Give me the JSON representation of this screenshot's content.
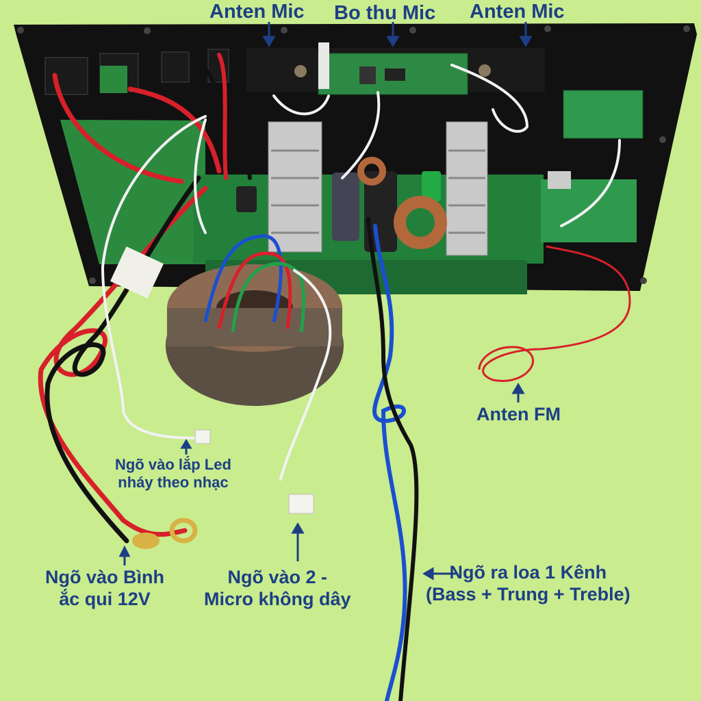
{
  "labels": {
    "anten_mic_left": "Anten Mic",
    "bo_thu_mic": "Bo thu Mic",
    "anten_mic_right": "Anten Mic",
    "anten_fm": "Anten FM",
    "led_input_line1": "Ngõ vào lắp Led",
    "led_input_line2": "nháy theo nhạc",
    "battery_line1": "Ngõ vào Bình",
    "battery_line2": "ắc qui 12V",
    "mic_input_line1": "Ngõ vào 2 -",
    "mic_input_line2": "Micro không dây",
    "speaker_out_line1": "Ngõ ra loa 1 Kênh",
    "speaker_out_line2": "(Bass + Trung + Treble)"
  },
  "colors": {
    "background": "#c9ec8e",
    "label_text": "#1d3f86",
    "panel": "#111111",
    "pcb_green": "#1f7a3a",
    "red_wire": "#d8202a",
    "blue_wire": "#1b4fd1",
    "copper": "#b3683c"
  }
}
